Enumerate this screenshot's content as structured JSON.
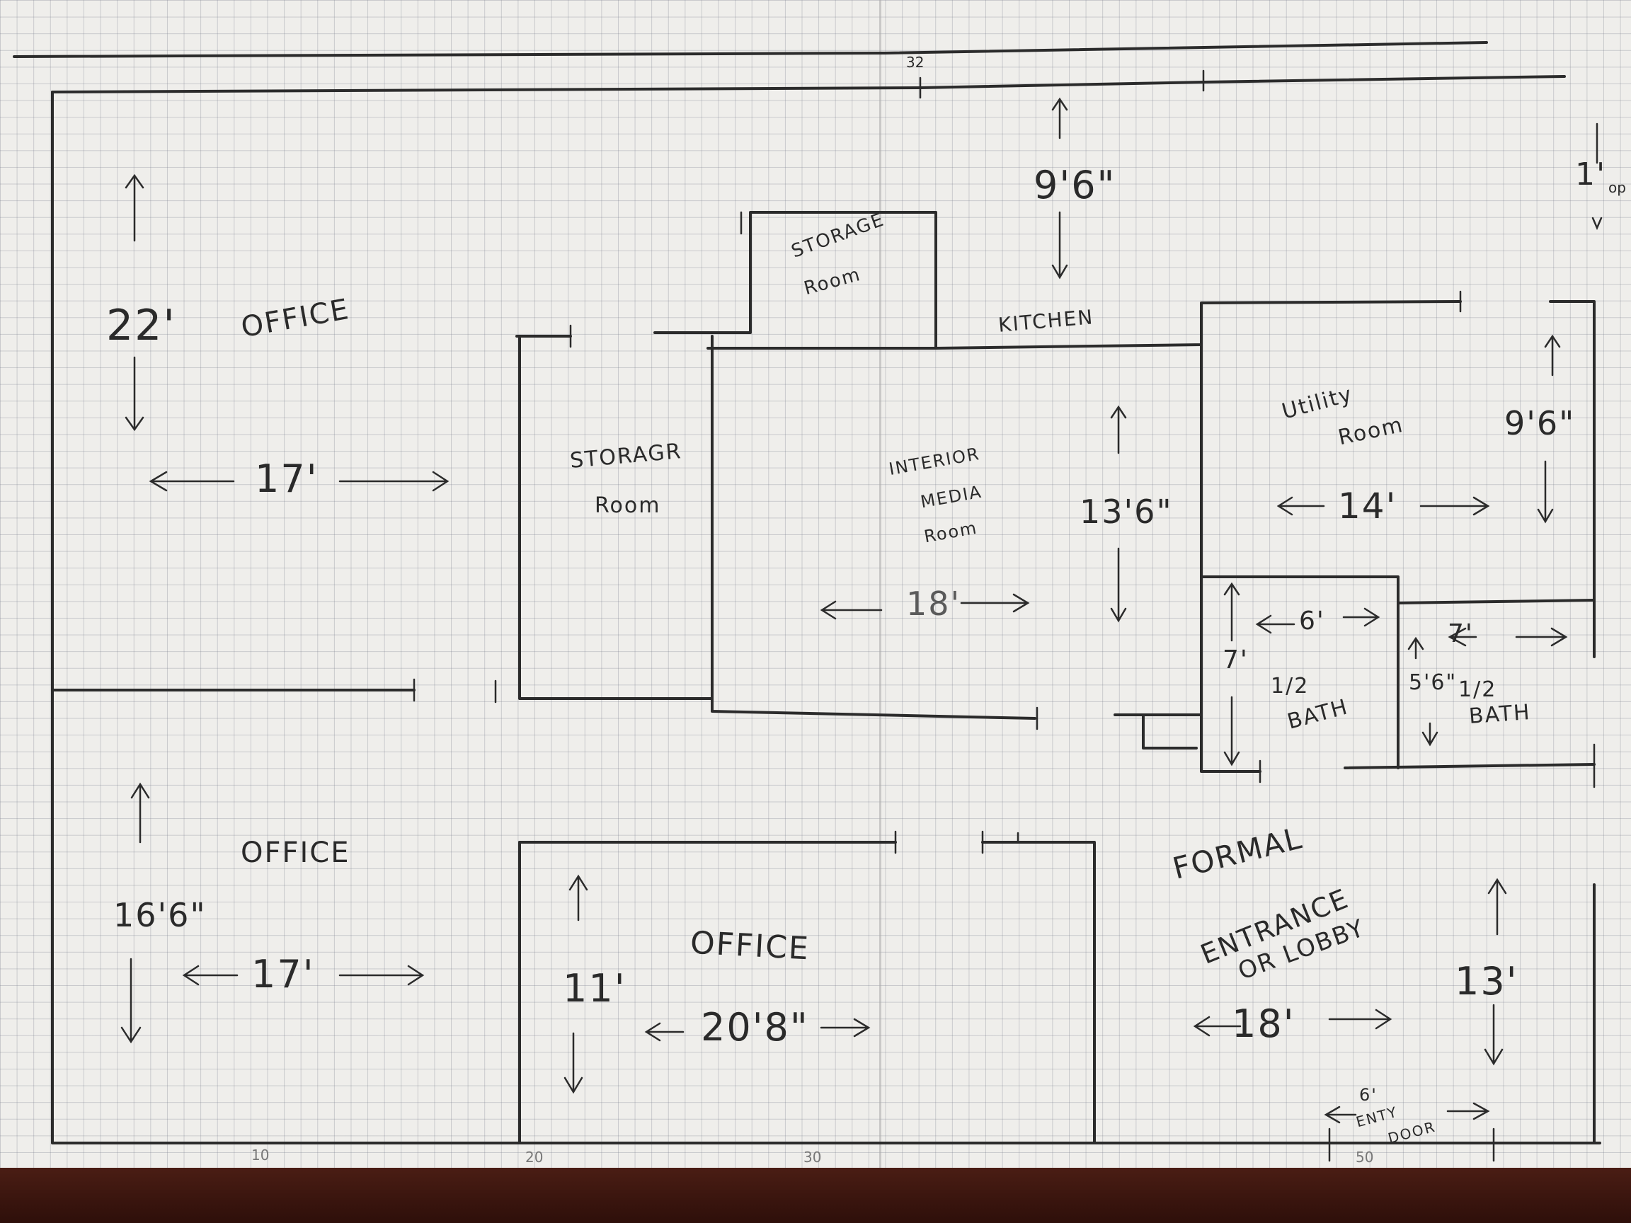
{
  "plan": {
    "rooms": {
      "office_top_left": "OFFICE",
      "office_bottom_left": "OFFICE",
      "office_bottom_middle": "OFFICE",
      "storage_room_center_a": "STORAGR",
      "storage_room_center_b": "Room",
      "storage_room_top_a": "STORAGE",
      "storage_room_top_b": "Room",
      "kitchen": "KITCHEN",
      "media_room_a": "INTERIOR",
      "media_room_b": "MEDIA",
      "media_room_c": "Room",
      "utility_room_a": "Utility",
      "utility_room_b": "Room",
      "half_bath_left_a": "1/2",
      "half_bath_left_b": "BATH",
      "half_bath_right_a": "1/2",
      "half_bath_right_b": "BATH",
      "lobby_a": "FORMAL",
      "lobby_b": "ENTRANCE",
      "lobby_c": "OR LOBBY",
      "entry_door_a": "6'",
      "entry_door_b": "ENTY",
      "entry_door_c": "DOOR"
    },
    "dimensions": {
      "office_top_height": "22'",
      "office_top_width": "17'",
      "kitchen_depth": "9'6\"",
      "top_right_opening": "1'",
      "top_right_opening_note": "op",
      "utility_height": "9'6\"",
      "utility_width": "14'",
      "media_height": "13'6\"",
      "media_width": "18'",
      "bath_left_width": "6'",
      "bath_left_height": "7'",
      "bath_right_width": "7'",
      "bath_right_height": "5'6\"",
      "office_bottom_left_height": "16'6\"",
      "office_bottom_left_width": "17'",
      "office_bottom_middle_height": "11'",
      "office_bottom_middle_width": "20'8\"",
      "lobby_width": "18'",
      "lobby_height": "13'"
    },
    "scale_marks": [
      "32",
      "10",
      "20",
      "30",
      "50"
    ]
  }
}
